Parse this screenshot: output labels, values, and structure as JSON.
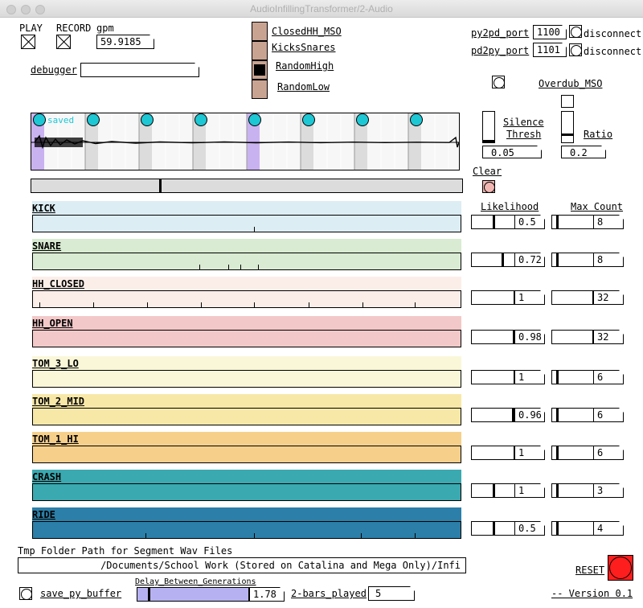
{
  "window": {
    "title": "AudioInfillingTransformer/2-Audio"
  },
  "top": {
    "play_label": "PLAY",
    "record_label": "RECORD",
    "gpm_label": "gpm",
    "gpm_value": "59.9185",
    "debugger_label": "debugger",
    "debugger_value": ""
  },
  "radio": {
    "options": [
      "ClosedHH_MSO",
      "KicksSnares",
      "RandomHigh",
      "RandomLow"
    ],
    "selected": "RandomHigh"
  },
  "ports": {
    "py2pd_label": "py2pd_port",
    "py2pd_value": "1100",
    "pd2py_label": "pd2py_port",
    "pd2py_value": "1101",
    "disconnect_label": "disconnect"
  },
  "overdub": {
    "label": "Overdub_MSO"
  },
  "waveform": {
    "saved_label": "saved",
    "scrub_position": 0.3
  },
  "silence": {
    "label_line1": "Silence",
    "label_line2": "Thresh",
    "value": "0.05",
    "level": 0.0
  },
  "ratio": {
    "label": "Ratio",
    "value": "0.2",
    "level": 0.2
  },
  "clear": {
    "label": "Clear"
  },
  "columns": {
    "likelihood": "Likelihood",
    "max_count": "Max Count"
  },
  "lanes": [
    {
      "name": "KICK",
      "color": "#dcedf3",
      "likelihood": "0.5",
      "likelihood_level": 0.5,
      "max_count": "8",
      "max_level": 0.1
    },
    {
      "name": "SNARE",
      "color": "#d9ebd2",
      "likelihood": "0.72",
      "likelihood_level": 0.72,
      "max_count": "8",
      "max_level": 0.1
    },
    {
      "name": "HH_CLOSED",
      "color": "#fbeee8",
      "likelihood": "1",
      "likelihood_level": 1.0,
      "max_count": "32",
      "max_level": 1.0
    },
    {
      "name": "HH_OPEN",
      "color": "#f3c8c8",
      "likelihood": "0.98",
      "likelihood_level": 0.98,
      "max_count": "32",
      "max_level": 1.0
    },
    {
      "name": "TOM_3_LO",
      "color": "#faf7d8",
      "likelihood": "1",
      "likelihood_level": 1.0,
      "max_count": "6",
      "max_level": 0.1
    },
    {
      "name": "TOM_2_MID",
      "color": "#f8e8a8",
      "likelihood": "0.96",
      "likelihood_level": 0.96,
      "max_count": "6",
      "max_level": 0.1
    },
    {
      "name": "TOM_1_HI",
      "color": "#f6d08b",
      "likelihood": "1",
      "likelihood_level": 1.0,
      "max_count": "6",
      "max_level": 0.1
    },
    {
      "name": "CRASH",
      "color": "#3aa9b0",
      "likelihood": "1",
      "likelihood_level": 0.5,
      "max_count": "3",
      "max_level": 0.1
    },
    {
      "name": "RIDE",
      "color": "#2b7fa8",
      "likelihood": "0.5",
      "likelihood_level": 0.5,
      "max_count": "4",
      "max_level": 0.1
    }
  ],
  "bottom": {
    "tmp_folder_label": "Tmp Folder Path for Segment Wav Files",
    "tmp_folder_path": "/Documents/School Work (Stored on Catalina and Mega Only)/Infi",
    "reset_label": "RESET",
    "save_label": "save_py_buffer",
    "delay_label": "Delay_Between_Generations",
    "delay_value": "1.78",
    "delay_level": 0.1,
    "bars_label": "2-bars_played",
    "bars_value": "5",
    "version": "-- Version 0.1"
  },
  "colors": {
    "accent_purple": "#b6b2f2",
    "reset_red": "#ff1e1e",
    "clear_pink": "#f2b7b2",
    "cyan": "#1ec7d4"
  }
}
